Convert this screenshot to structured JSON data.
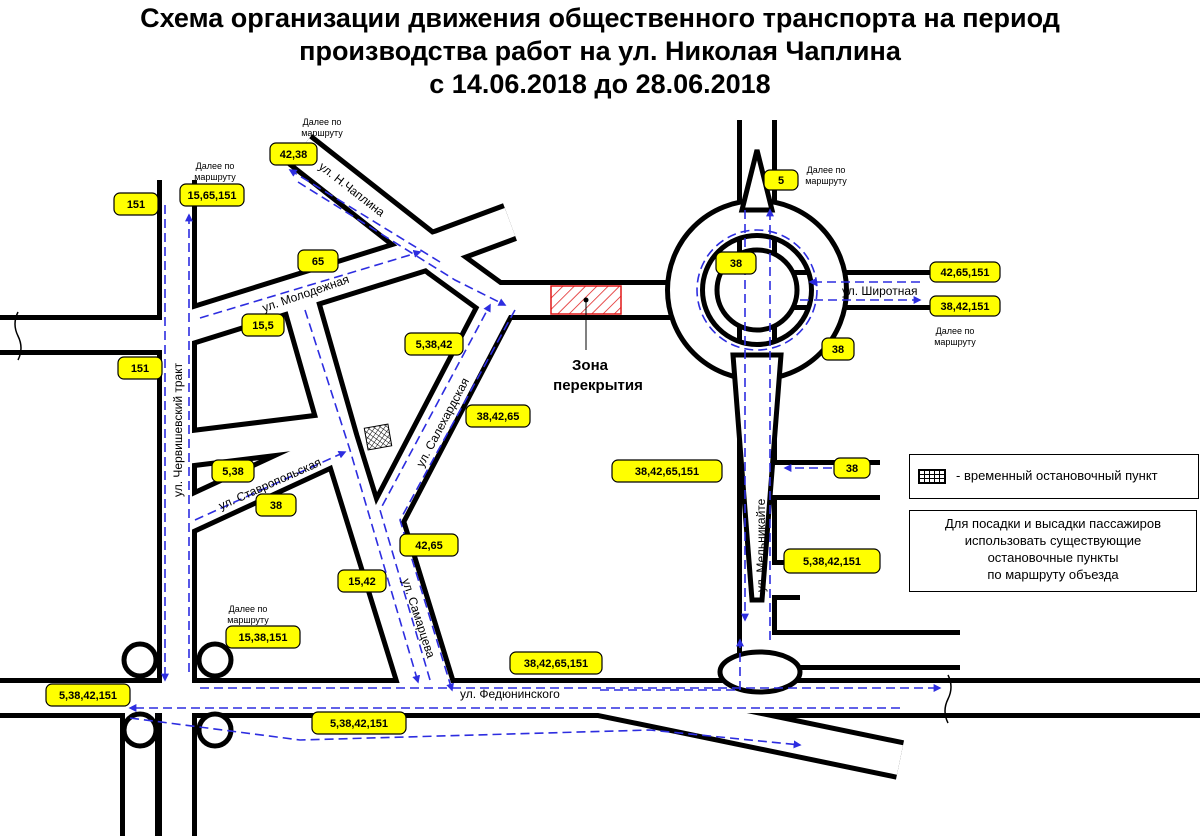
{
  "title": {
    "line1": "Схема организации движения общественного транспорта на период",
    "line2": "производства работ на ул. Николая Чаплина",
    "line3": "с 14.06.2018 до 28.06.2018"
  },
  "streets": {
    "chaplina": "ул. Н.Чаплина",
    "molodezhnaya": "ул. Молодежная",
    "chervishevsky": "ул. Червишевский тракт",
    "stavropolskaya": "ул. Ставропольская",
    "salekhardskaya": "ул. Салехардская",
    "samartseva": "ул. Самарцева",
    "fedyuninskogo": "ул. Федюнинского",
    "melnikayte": "ул. Мельникайте",
    "shirotnaya": "ул. Широтная"
  },
  "zone": {
    "line1": "Зона",
    "line2": "перекрытия"
  },
  "notes": {
    "further_line1": "Далее по",
    "further_line2": "маршруту"
  },
  "route_tags": {
    "r_42_38": "42,38",
    "r_15_65_151": "15,65,151",
    "r_151_top": "151",
    "r_65": "65",
    "r_15_5": "15,5",
    "r_151_mid": "151",
    "r_5_38_42": "5,38,42",
    "r_38_42_65": "38,42,65",
    "r_5_38": "5,38",
    "r_38_stav": "38",
    "r_42_65": "42,65",
    "r_15_42": "15,42",
    "r_15_38_151": "15,38,151",
    "r_38_42_65_151_bottom": "38,42,65,151",
    "r_5_38_42_151_left": "5,38,42,151",
    "r_5_38_42_151_bottom": "5,38,42,151",
    "r_5": "5",
    "r_38_ring": "38",
    "r_42_65_151": "42,65,151",
    "r_38_42_151": "38,42,151",
    "r_38_right": "38",
    "r_38_42_65_151_mid": "38,42,65,151",
    "r_38_east": "38",
    "r_5_38_42_151_right": "5,38,42,151"
  },
  "legend": {
    "stop_text": "- временный остановочный пункт",
    "info_line1": "Для посадки и высадки пассажиров",
    "info_line2": "использовать существующие",
    "info_line3": "остановочные пункты",
    "info_line4": "по маршруту объезда"
  },
  "colors": {
    "road": "#000000",
    "route": "#2d2de0",
    "tag_fill": "#ffff00",
    "zone": "#e01818"
  }
}
